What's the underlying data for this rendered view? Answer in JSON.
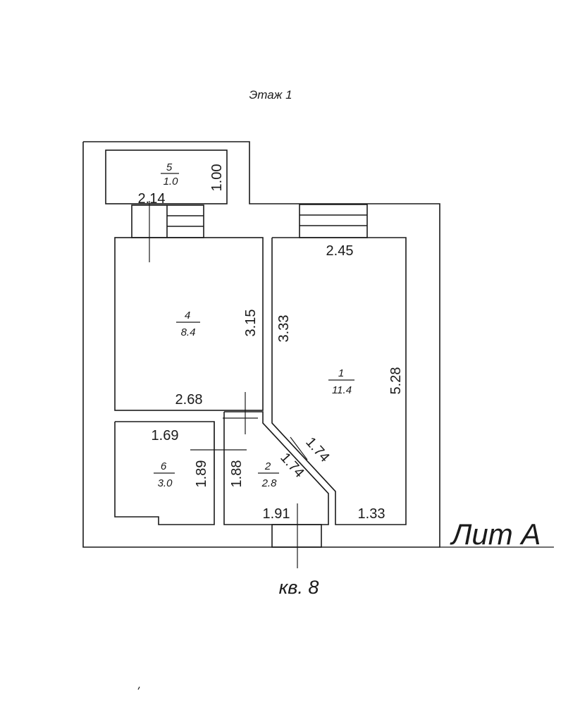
{
  "floor_title": "Этаж 1",
  "apartment_label": "кв. 8",
  "building_label": "Лит А",
  "rooms": [
    {
      "number": "5",
      "area": "1.0"
    },
    {
      "number": "4",
      "area": "8.4"
    },
    {
      "number": "1",
      "area": "11.4"
    },
    {
      "number": "6",
      "area": "3.0"
    },
    {
      "number": "2",
      "area": "2.8"
    }
  ],
  "dimensions": {
    "room5_height": "1.00",
    "room5_width": "2.14",
    "room4_height": "3.15",
    "room4_width": "2.68",
    "room1_top_width": "2.45",
    "room1_left_height": "3.33",
    "room1_right_height": "5.28",
    "room1_bottom_width": "1.33",
    "room6_width": "1.69",
    "room6_height": "1.89",
    "room2_height": "1.88",
    "room2_diag_outer": "1.74",
    "room2_diag_inner": "1.74",
    "room2_bottom_width": "1.91"
  }
}
